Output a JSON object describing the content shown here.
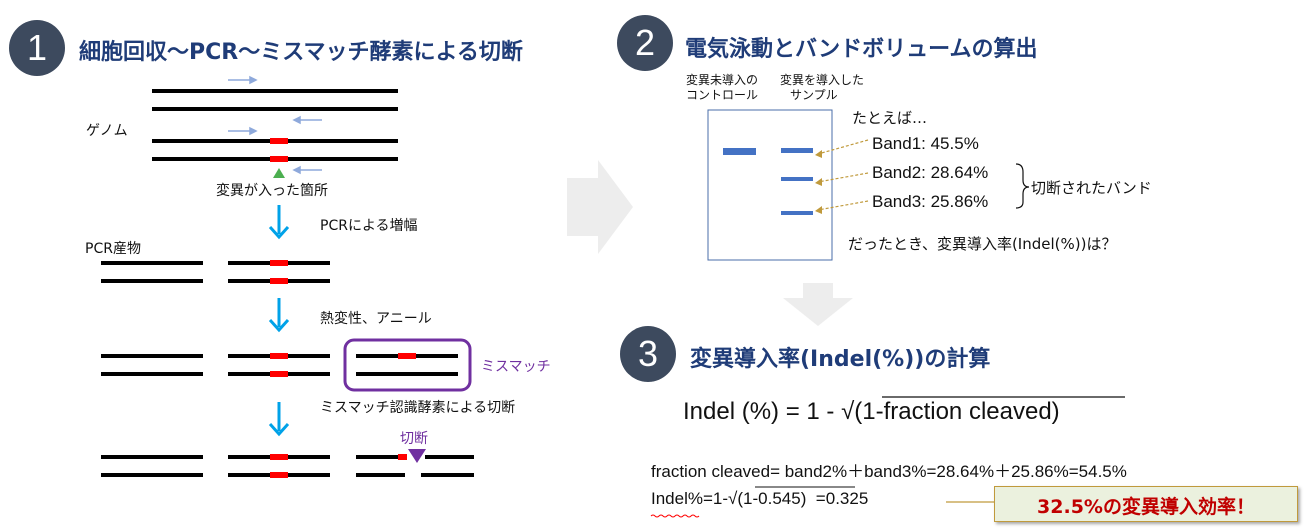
{
  "section1": {
    "number": "1",
    "title": "細胞回収〜PCR〜ミスマッチ酵素による切断",
    "genome_label": "ゲノム",
    "mutation_site_label": "変異が入った箇所",
    "step_pcr": "PCRによる増幅",
    "pcr_product_label": "PCR産物",
    "step_anneal": "熱変性、アニール",
    "mismatch_label": "ミスマッチ",
    "step_cleave": "ミスマッチ認識酵素による切断",
    "cleave_label": "切断"
  },
  "section2": {
    "number": "2",
    "title": "電気泳動とバンドボリュームの算出",
    "lane1_label_line1": "変異未導入の",
    "lane1_label_line2": "コントロール",
    "lane2_label_line1": "変異を導入した",
    "lane2_label_line2": "サンプル",
    "example_text": "たとえば…",
    "bands": [
      "Band1: 45.5%",
      "Band2: 28.64%",
      "Band3: 25.86%"
    ],
    "cleaved_label": "切断されたバンド",
    "question": "だったとき、変異導入率(Indel(%))は？"
  },
  "section3": {
    "number": "3",
    "title": "変異導入率(Indel(%))の計算",
    "formula_lhs": "Indel (%) = 1 - ",
    "formula_sqrt": "√",
    "formula_rad": "(1-fraction cleaved)",
    "calc_line1": "fraction cleaved= band2%＋band3%=28.64%＋25.86%=54.5%",
    "calc_line2_a": "Indel%=1-",
    "calc_line2_sqrt": "√",
    "calc_line2_rad": "(1-0.545)",
    "calc_line2_b": "  =0.325",
    "result": "32.5%の変異導入効率！"
  },
  "colors": {
    "circle": "#3d4a5e",
    "title": "#1f3c78",
    "mutation": "#ff0000",
    "primer": "#8ea9db",
    "arrow_down": "#00a2e8",
    "mismatch_box": "#7030a0",
    "gel_band": "#4472c4",
    "pointer": "#c09a3c",
    "result_bg": "#ebf1de",
    "result_text": "#c00000"
  },
  "icons": {
    "step_arrow": "down-arrow",
    "flow_arrow": "chevron-right-arrow",
    "mutation_marker": "green-triangle",
    "cleave_marker": "purple-triangle"
  }
}
